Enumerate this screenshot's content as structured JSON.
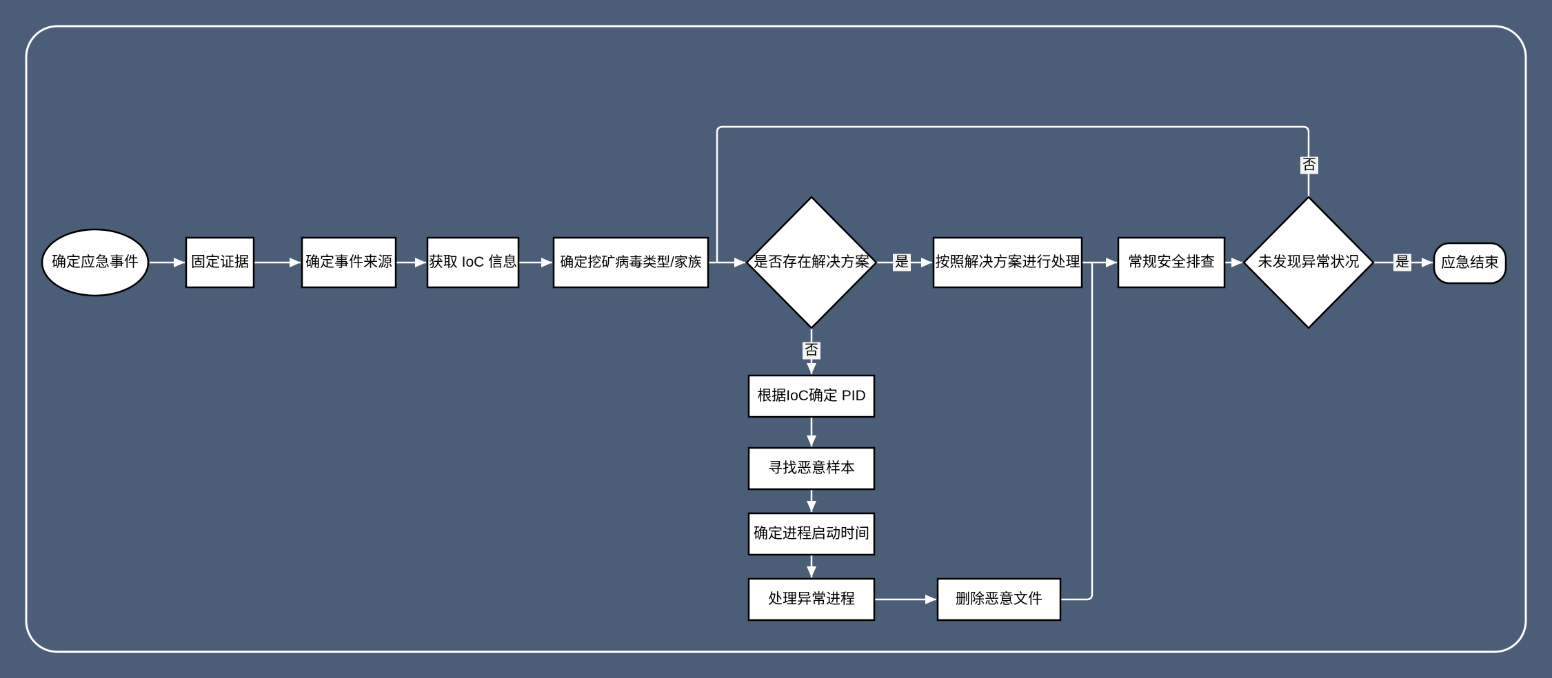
{
  "canvas": {
    "background_color": "#4b5e77",
    "frame_border_color": "#ffffff",
    "node_fill_color": "#ffffff",
    "node_border_color": "#000000",
    "connector_color": "#ffffff",
    "edge_label_background": "#f5f5f5",
    "text_color": "#000000"
  },
  "nodes": {
    "start": {
      "label": "确定应急事件",
      "shape": "ellipse"
    },
    "fix_evidence": {
      "label": "固定证据",
      "shape": "rect"
    },
    "event_source": {
      "label": "确定事件来源",
      "shape": "rect"
    },
    "get_ioc": {
      "label": "获取 IoC 信息",
      "shape": "rect"
    },
    "virus_type": {
      "label": "确定挖矿病毒类型/家族",
      "shape": "rect"
    },
    "has_solution": {
      "label": "是否存在解决方案",
      "shape": "diamond"
    },
    "apply_solution": {
      "label": "按照解决方案进行处理",
      "shape": "rect"
    },
    "routine_check": {
      "label": "常规安全排查",
      "shape": "rect"
    },
    "no_anomaly": {
      "label": "未发现异常状况",
      "shape": "diamond"
    },
    "end": {
      "label": "应急结束",
      "shape": "rounded"
    },
    "determine_pid": {
      "label": "根据IoC确定 PID",
      "shape": "rect"
    },
    "find_samples": {
      "label": "寻找恶意样本",
      "shape": "rect"
    },
    "process_time": {
      "label": "确定进程启动时间",
      "shape": "rect"
    },
    "handle_process": {
      "label": "处理异常进程",
      "shape": "rect"
    },
    "delete_files": {
      "label": "删除恶意文件",
      "shape": "rect"
    }
  },
  "edge_labels": {
    "solution_yes": "是",
    "solution_no": "否",
    "anomaly_yes": "是",
    "anomaly_no": "否"
  }
}
